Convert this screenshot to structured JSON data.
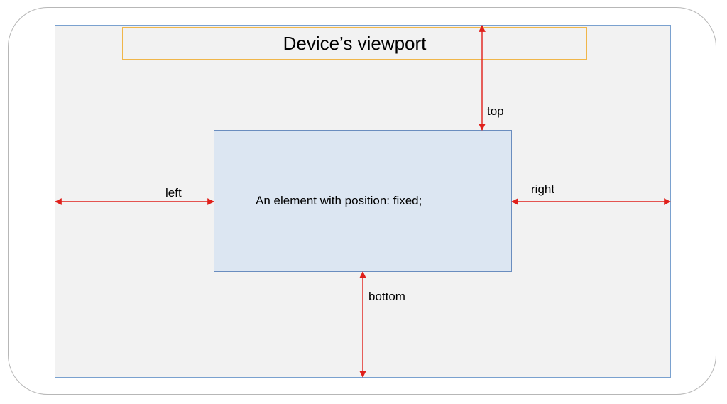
{
  "diagram": {
    "title": "Device’s viewport",
    "element_label": "An element with position: fixed;",
    "offsets": {
      "top": "top",
      "left": "left",
      "right": "right",
      "bottom": "bottom"
    }
  },
  "colors": {
    "arrow": "#e0201b",
    "viewport_fill": "#f2f2f2",
    "viewport_border": "#7aa1cf",
    "element_fill": "#dce6f2",
    "title_border": "#f0b64a"
  }
}
